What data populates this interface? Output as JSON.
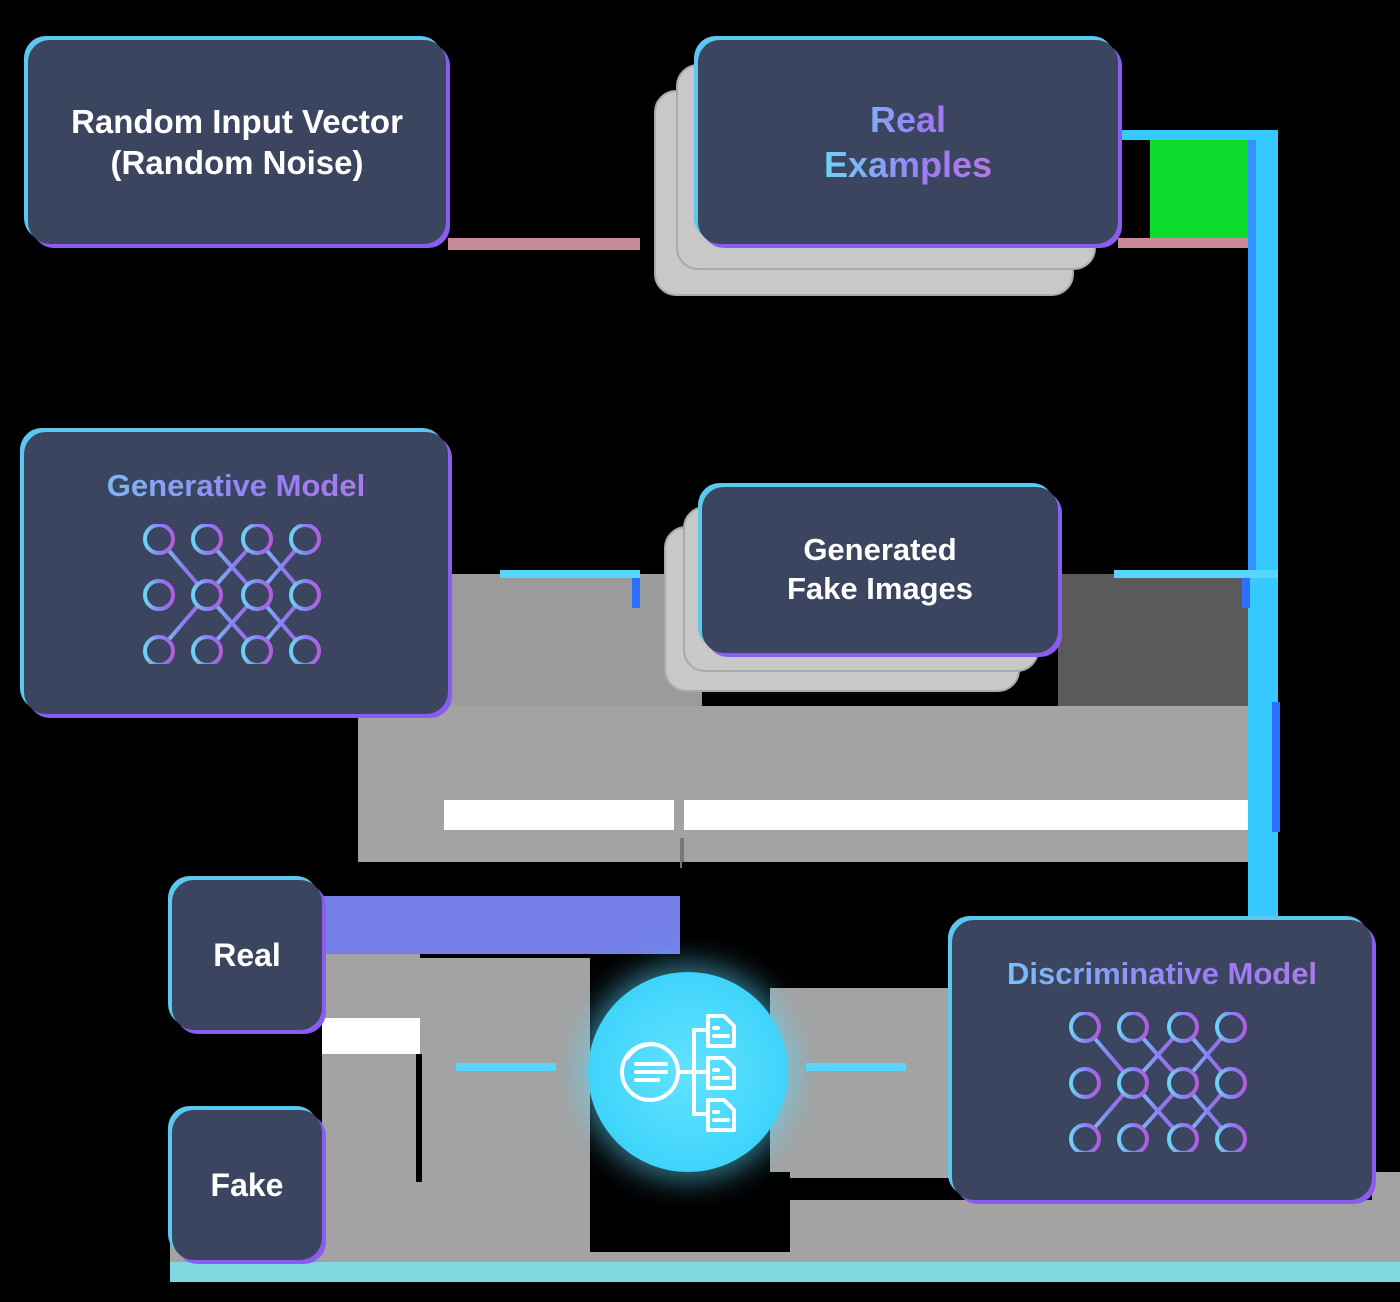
{
  "nodes": {
    "random_input": "Random Input Vector\n(Random Noise)",
    "real_examples": "Real\nExamples",
    "generative_model": "Generative Model",
    "generated_fake_images": "Generated\nFake Images",
    "discriminative_model": "Discriminative Model",
    "real": "Real",
    "fake": "Fake"
  },
  "icons": {
    "network": "neural-network-icon",
    "hub": "classification-icon"
  },
  "colors": {
    "background": "#000000",
    "node_fill": "#3b4560",
    "accent_cyan": "#5cc8f0",
    "accent_purple": "#8a5cf0",
    "connector_blue": "#36c9ff",
    "stack_gray": "#c8c8c8"
  }
}
